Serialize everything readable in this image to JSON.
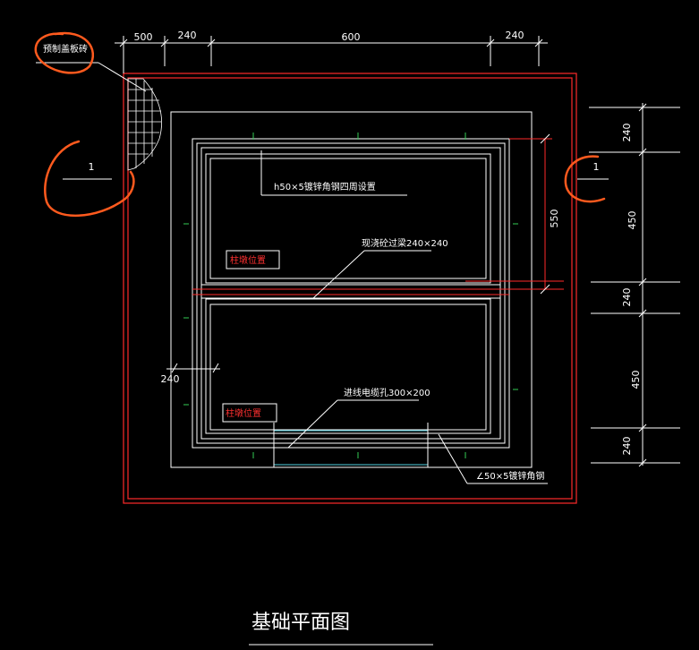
{
  "drawing": {
    "title": "基础平面图",
    "colors": {
      "background": "#000000",
      "outline": "#ff2a2a",
      "wall": "#ffffff",
      "dimension": "#ffffff",
      "hatch": "#ffffff",
      "cable_opening": "#4fd0e0",
      "tick": "#33cc55",
      "markup": "#ff5a1e",
      "label_red": "#ff3030"
    },
    "top_dimensions": [
      "500",
      "240",
      "600",
      "240"
    ],
    "right_dimensions": [
      "240",
      "450",
      "240",
      "450",
      "240"
    ],
    "red_dimension": "550",
    "left_dimension": "240",
    "section_marks": [
      "1",
      "1"
    ],
    "labels": {
      "hatch_note": "预制盖板砖",
      "angle_steel_top": "h50×5镀锌角钢四周设置",
      "beam": "现浇砼过梁240×240",
      "pillar_top": "柱墩位置",
      "cable_opening": "进线电缆孔300×200",
      "pillar_bottom": "柱墩位置",
      "angle_steel_bottom": "∠50×5镀锌角钢"
    }
  }
}
